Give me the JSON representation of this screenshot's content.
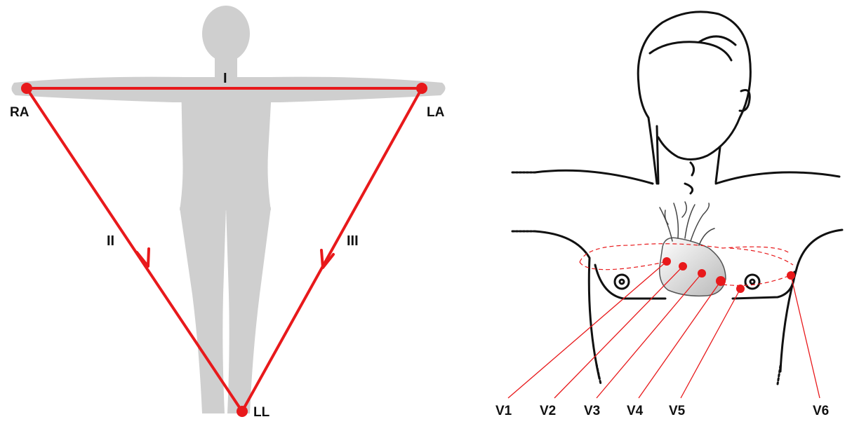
{
  "colors": {
    "accent": "#e8191b",
    "silhouette": "#cfcfcf",
    "outline": "#111111",
    "heart_shade": "#cccccc"
  },
  "einthoven_triangle": {
    "electrodes": {
      "ra": "RA",
      "la": "LA",
      "ll": "LL"
    },
    "leads": {
      "lead_1": "I",
      "lead_2": "II",
      "lead_3": "III"
    }
  },
  "precordial_leads": {
    "labels": [
      "V1",
      "V2",
      "V3",
      "V4",
      "V5",
      "V6"
    ]
  },
  "icons": [
    "human-silhouette-icon",
    "torso-outline-icon",
    "heart-icon"
  ]
}
